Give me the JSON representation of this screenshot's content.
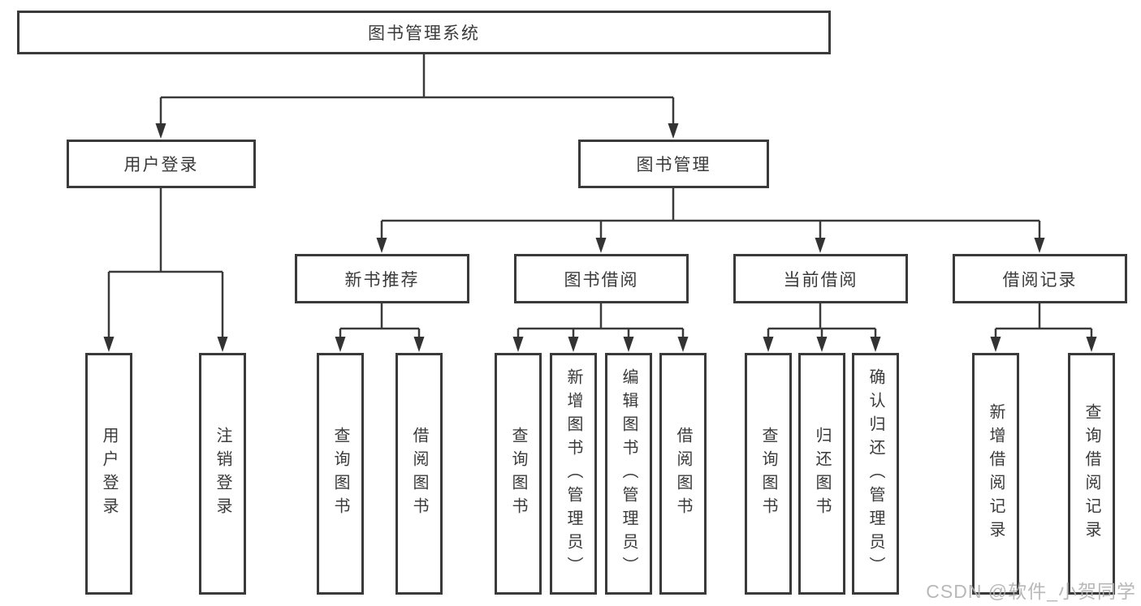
{
  "diagram": {
    "root": {
      "label": "图书管理系统"
    },
    "branches": [
      {
        "label": "用户登录",
        "children": [
          {
            "label": "用户登录"
          },
          {
            "label": "注销登录"
          }
        ]
      },
      {
        "label": "图书管理",
        "children": [
          {
            "label": "新书推荐",
            "children": [
              {
                "label": "查询图书"
              },
              {
                "label": "借阅图书"
              }
            ]
          },
          {
            "label": "图书借阅",
            "children": [
              {
                "label": "查询图书"
              },
              {
                "label": "新增图书（管理员）"
              },
              {
                "label": "编辑图书（管理员）"
              },
              {
                "label": "借阅图书"
              }
            ]
          },
          {
            "label": "当前借阅",
            "children": [
              {
                "label": "查询图书"
              },
              {
                "label": "归还图书"
              },
              {
                "label": "确认归还（管理员）"
              }
            ]
          },
          {
            "label": "借阅记录",
            "children": [
              {
                "label": "新增借阅记录"
              },
              {
                "label": "查询借阅记录"
              }
            ]
          }
        ]
      }
    ]
  },
  "watermark": {
    "text": "CSDN @软件_小贺同学"
  },
  "colors": {
    "line": "#3a3a3a",
    "text": "#3a3a3a",
    "box_background": "#ffffff",
    "watermark": "#b0b0b0",
    "background": "#ffffff"
  }
}
